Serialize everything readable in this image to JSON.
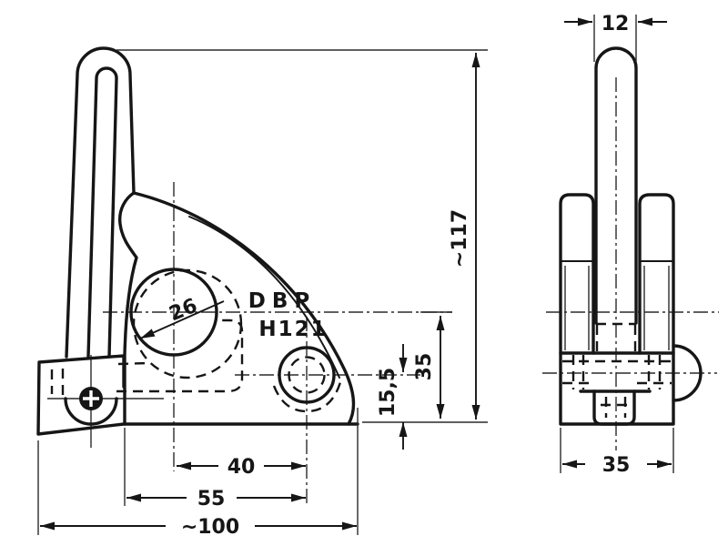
{
  "sheet": {
    "background": "#ffffff",
    "ink_color": "#161616",
    "part_labels": {
      "patent": "DBP",
      "model": "H121"
    },
    "dimensions": {
      "lever_width": "12",
      "overall_height": "~117",
      "cam_diameter": "26",
      "hole_center_to_base": "15,5",
      "cam_center_to_base": "35",
      "cam_center_to_hole": "40",
      "edge_to_hole": "55",
      "overall_length": "~100",
      "body_width": "35"
    }
  }
}
